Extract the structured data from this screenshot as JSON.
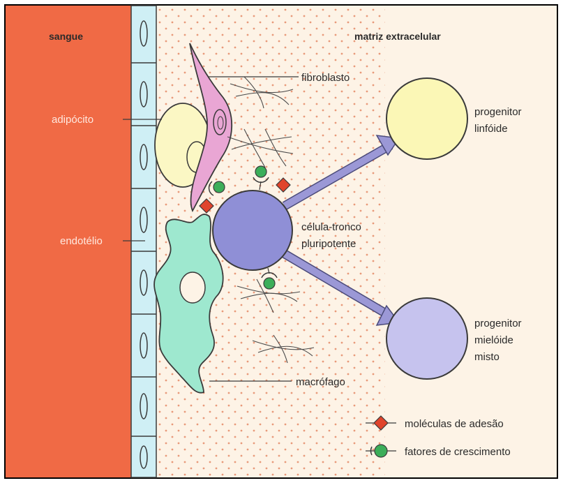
{
  "labels": {
    "sangue": "sangue",
    "matriz": "matriz extracelular",
    "fibroblasto": "fibroblasto",
    "adipocito": "adipócito",
    "endotelio": "endotélio",
    "celula_line1": "célula-tronco",
    "celula_line2": "pluripotente",
    "macrofago": "macrófago",
    "linfoide_line1": "progenitor",
    "linfoide_line2": "linfóide",
    "mieloide_line1": "progenitor",
    "mieloide_line2": "mielóide",
    "mieloide_line3": "misto"
  },
  "legend": {
    "adesao": "moléculas de adesão",
    "fatores": "fatores de crescimento"
  },
  "colors": {
    "blood": "#f06a45",
    "endothelium": "#cfeff5",
    "matrix": "#fdf3e6",
    "dots": "#e89a7a",
    "fibroblast": "#e9a6d4",
    "adipocyte": "#fbf7c4",
    "macrophage": "#9ee8cf",
    "stem_cell": "#8f8fd6",
    "lymphoid": "#fbf7b6",
    "myeloid": "#c6c3ee",
    "arrow": "#9b98d6",
    "adhesion": "#e0442c",
    "growth": "#3cae5a"
  }
}
